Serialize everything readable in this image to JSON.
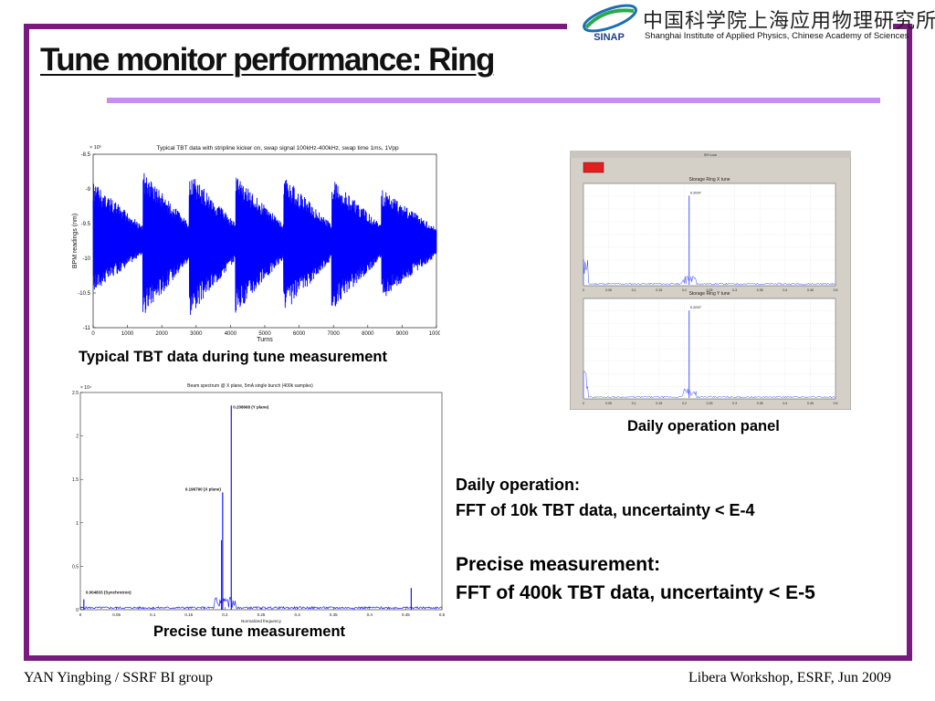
{
  "slide": {
    "title": "Tune monitor performance: Ring",
    "frame_color": "#7a1a7e",
    "title_rule_color": "#c88df0"
  },
  "header": {
    "logo_text": "SINAP",
    "org_cn": "中国科学院上海应用物理研究所",
    "org_en": "Shanghai Institute of Applied Physics, Chinese Academy of Sciences"
  },
  "captions": {
    "tbt": "Typical TBT data during tune measurement",
    "precise": "Precise tune measurement",
    "panel": "Daily operation panel"
  },
  "notes": {
    "daily_heading": "Daily operation:",
    "daily_body": "FFT of 10k TBT data, uncertainty < E-4",
    "precise_heading": "Precise measurement:",
    "precise_body": "FFT of 400k TBT data, uncertainty < E-5"
  },
  "footer": {
    "left": "YAN Yingbing / SSRF BI group",
    "right": "Libera Workshop, ESRF, Jun 2009"
  },
  "chart_data": [
    {
      "type": "line",
      "title": "Typical TBT data with stripline kicker on, swap signal 100kHz-400kHz, swap time 1ms, 1Vpp",
      "xlabel": "Turns",
      "ylabel": "BPM readings (nm)",
      "y_multiplier": "× 10⁵",
      "xlim": [
        0,
        10000
      ],
      "ylim": [
        -11,
        -8.5
      ],
      "x_ticks": [
        "0",
        "1000",
        "2000",
        "3000",
        "4000",
        "5000",
        "6000",
        "7000",
        "8000",
        "9000",
        "10000"
      ],
      "y_ticks": [
        "-8.5",
        "-9",
        "-9.5",
        "-10",
        "-10.5",
        "-11"
      ],
      "color": "#0000ff",
      "bursts": [
        {
          "start": 0,
          "peak_high": -8.9,
          "peak_low": -10.5
        },
        {
          "start": 1450,
          "peak_high": -8.75,
          "peak_low": -10.85
        },
        {
          "start": 2800,
          "peak_high": -8.75,
          "peak_low": -10.85
        },
        {
          "start": 4150,
          "peak_high": -8.8,
          "peak_low": -10.8
        },
        {
          "start": 5550,
          "peak_high": -8.8,
          "peak_low": -10.8
        },
        {
          "start": 6950,
          "peak_high": -8.85,
          "peak_low": -10.75
        },
        {
          "start": 8400,
          "peak_high": -9.0,
          "peak_low": -10.6
        }
      ],
      "baseline": -9.75
    },
    {
      "type": "line",
      "title": "Beam spectrum @ X plane, 5mA single bunch (400k samples)",
      "xlabel": "Normalized frequency",
      "y_multiplier": "× 10⁴",
      "xlim": [
        0,
        0.5
      ],
      "ylim": [
        0,
        2.5
      ],
      "x_ticks": [
        "0",
        "0.05",
        "0.1",
        "0.15",
        "0.2",
        "0.25",
        "0.3",
        "0.35",
        "0.4",
        "0.45",
        "0.5"
      ],
      "y_ticks": [
        "0",
        "0.5",
        "1",
        "1.5",
        "2",
        "2.5"
      ],
      "color": "#0000ff",
      "peaks": [
        {
          "x": 0.004833,
          "y": 0.12,
          "label": "0.004833 (Synchrotron)"
        },
        {
          "x": 0.19679,
          "y": 1.35,
          "label": "0.196790 (X plane)"
        },
        {
          "x": 0.208668,
          "y": 2.35,
          "label": "0.208668 (Y plane)"
        },
        {
          "x": 0.4575,
          "y": 0.25,
          "label": ""
        }
      ]
    },
    {
      "type": "line",
      "title": "Storage Ring X tune",
      "xlim": [
        0,
        0.5
      ],
      "x_ticks": [
        "0",
        "0.05",
        "0.1",
        "0.15",
        "0.2",
        "0.25",
        "0.3",
        "0.35",
        "0.4",
        "0.45",
        "0.5"
      ],
      "color": "#3344ff",
      "peaks": [
        {
          "x": 0.2097,
          "y": 1.0,
          "label": "0.2097"
        }
      ]
    },
    {
      "type": "line",
      "title": "Storage Ring Y tune",
      "xlim": [
        0,
        0.5
      ],
      "x_ticks": [
        "0",
        "0.05",
        "0.1",
        "0.15",
        "0.2",
        "0.25",
        "0.3",
        "0.35",
        "0.4",
        "0.45",
        "0.5"
      ],
      "color": "#3344ff",
      "peaks": [
        {
          "x": 0.2097,
          "y": 1.0,
          "label": "0.2097"
        }
      ]
    }
  ],
  "panel": {
    "window_title": "SR tune",
    "indicator_color": "#e02020"
  }
}
